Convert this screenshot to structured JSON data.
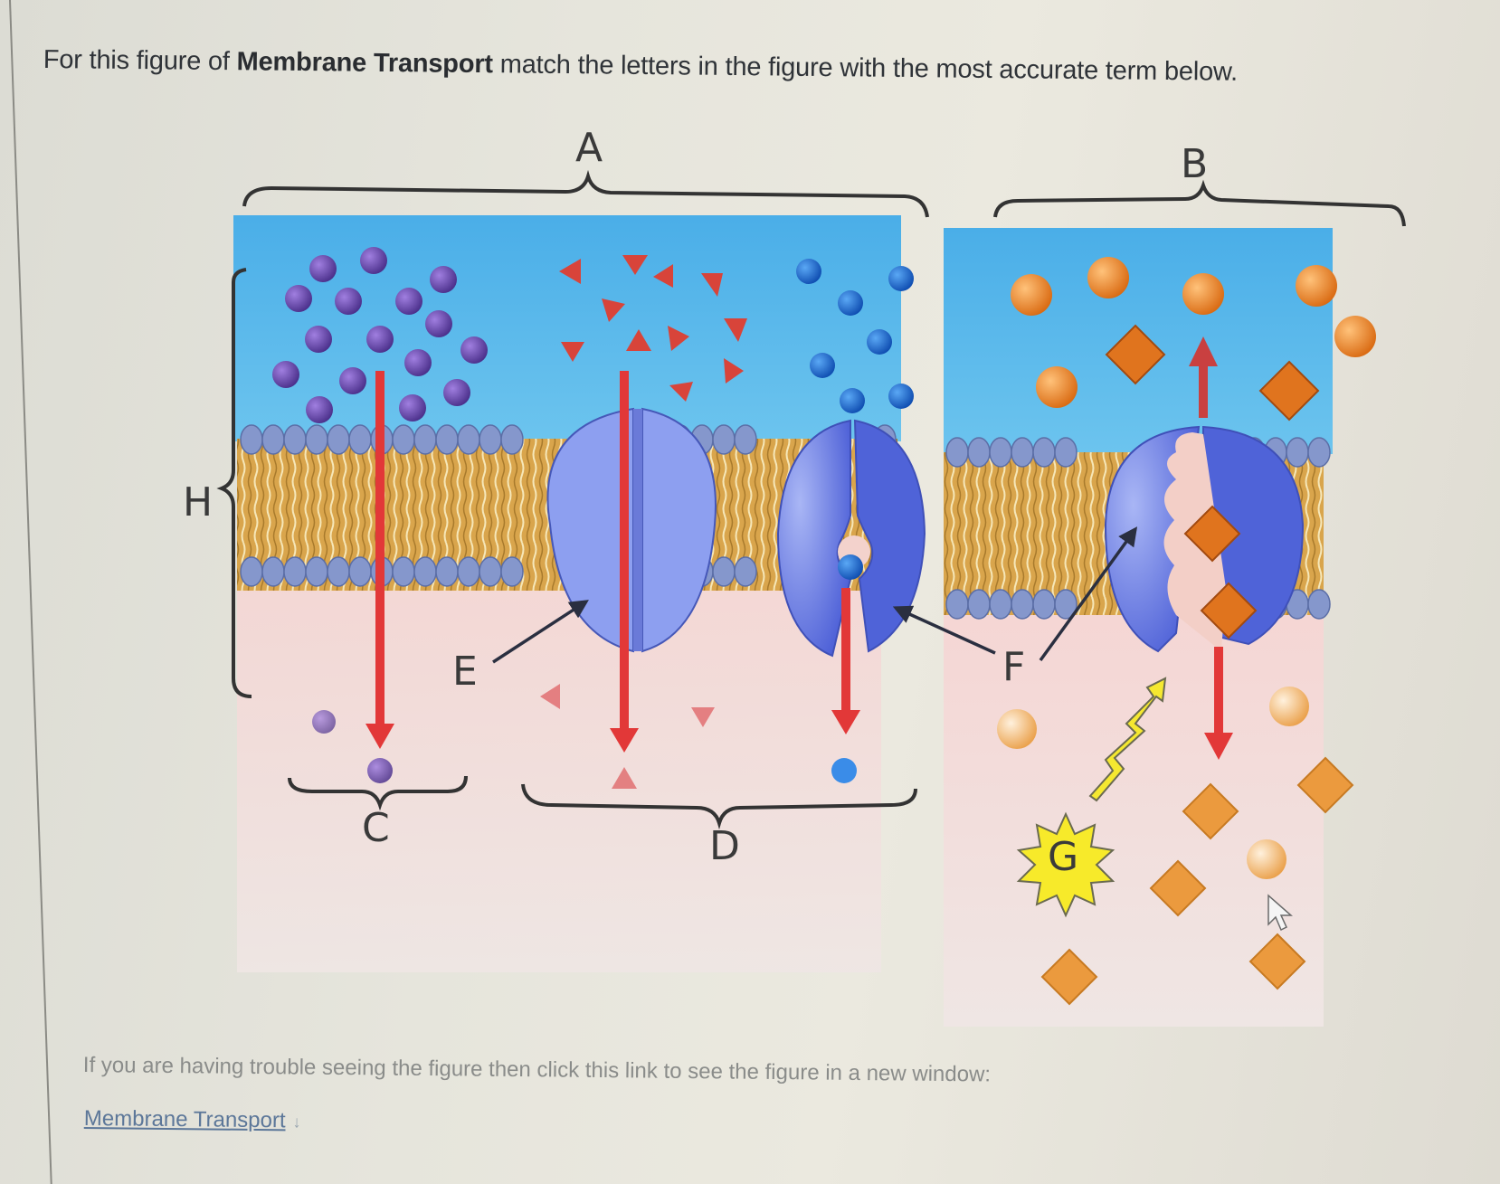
{
  "question": {
    "prefix": "For this figure of ",
    "bold": "Membrane Transport",
    "suffix": " match the letters in the figure with the most accurate term below."
  },
  "figure": {
    "labels": {
      "A": "A",
      "B": "B",
      "C": "C",
      "D": "D",
      "E": "E",
      "F": "F",
      "G": "G",
      "H": "H"
    },
    "colors": {
      "extracellular": "#4fb4ea",
      "cytoplasm": "#f4dcdc",
      "phospholipid_head": "#7f92c8",
      "lipid_tail": "#d9a34a",
      "protein": "#6d7fe0",
      "arrow": "#e03a3a",
      "solute_purple": "#6a4fb0",
      "solute_triangle": "#d8443a",
      "solute_blue": "#1f6fd0",
      "solute_orange": "#e88a2a",
      "energy": "#f5e82a"
    },
    "cursor_icon": "mouse-pointer-icon"
  },
  "footer": {
    "help_text": "If you are having trouble seeing the figure then click this link to see the figure in a new window:",
    "link_label": "Membrane Transport",
    "link_icon": "↓"
  }
}
